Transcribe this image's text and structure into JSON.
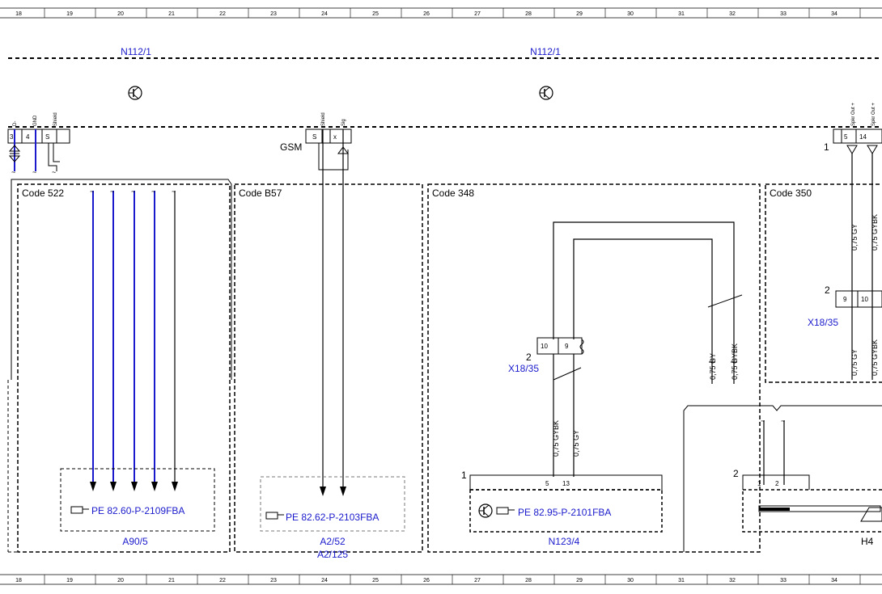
{
  "grid": {
    "columns": [
      "18",
      "19",
      "20",
      "21",
      "22",
      "23",
      "24",
      "25",
      "26",
      "27",
      "28",
      "29",
      "30",
      "31",
      "32",
      "33",
      "34"
    ]
  },
  "components": {
    "left_title": "N112/1",
    "right_title": "N112/1",
    "gsm_label": "GSM"
  },
  "connector_pins": {
    "left": [
      "3",
      "4",
      "S"
    ],
    "left_vertical": [
      "D-",
      "GND",
      "Shield"
    ],
    "mid": [
      "S",
      "x"
    ],
    "mid_vertical": [
      "Shield",
      "Sig"
    ],
    "right": [
      "5",
      "14"
    ],
    "right_vertical": [
      "Spkr Out +",
      "Spkr Out +"
    ],
    "right_num": "1"
  },
  "code_boxes": {
    "c522": "Code 522",
    "cb57": "Code B57",
    "c348": "Code 348",
    "c350": "Code 350"
  },
  "references": {
    "a90": "PE 82.60-P-2109FBA",
    "a252": "PE 82.62-P-2103FBA",
    "n123": "PE 82.95-P-2101FBA"
  },
  "module_labels": {
    "a90": "A90/5",
    "a252_line1": "A2/52",
    "a252_line2": "A2/125",
    "n123": "N123/4",
    "h4": "H4"
  },
  "x18": {
    "center_label": "X18/35",
    "center_num": "2",
    "center_pins": [
      "10",
      "9"
    ],
    "right_label": "X18/35",
    "right_num": "2",
    "right_pins": [
      "9",
      "10"
    ]
  },
  "wires": {
    "w1": "0,75 GYBK",
    "w2": "0,75 GY",
    "w3": "0,75 GY",
    "w4": "0,75 GYBK",
    "r1": "0,75 GY",
    "r2": "0,75 GYBK",
    "r3": "0,75 GY",
    "r4": "0,75 GYBK"
  },
  "n123_pins": {
    "num": "1",
    "pins": [
      "5",
      "13"
    ]
  },
  "h4_pins": {
    "num": "2",
    "pins": [
      "1",
      "2"
    ]
  },
  "colors": {
    "blue": "#1a1acc",
    "black": "#000000"
  }
}
